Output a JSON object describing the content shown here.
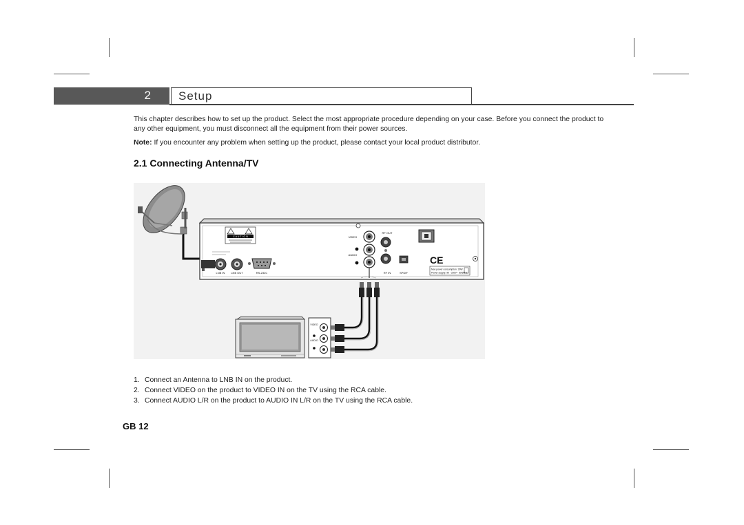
{
  "chapter": {
    "number": "2",
    "title": "Setup"
  },
  "intro": "This chapter describes how to set up the product. Select the most appropriate procedure depending on your case. Before you connect the product to any other equipment, you must disconnect all the equipment from their power sources.",
  "note": {
    "label": "Note:",
    "text": " If you encounter any problem when setting up the product, please contact your local product distributor."
  },
  "section": {
    "title": "2.1 Connecting Antenna/TV"
  },
  "figure": {
    "caution_label": "C A U T I O N",
    "video_label": "VIDEO",
    "audio_label": "AUDIO",
    "rf_out_label": "RF OUT",
    "rf_in_label": "RF IN",
    "spdif_label": "SPDIF",
    "lnb_in_label": "LNB IN",
    "lnb_out_label": "LNB OUT",
    "rs232_label": "RS-232C",
    "ce_mark": "CE",
    "power_line1": "Max power consumption: 30W",
    "power_line2": "Power supply: 90 - 250V~ 50/60Hz",
    "tv_video_label": "VIDEO",
    "tv_audio_label": "AUDIO"
  },
  "steps": [
    {
      "num": "1.",
      "text": "Connect an Antenna to LNB IN on the product."
    },
    {
      "num": "2.",
      "text": "Connect VIDEO on the product to VIDEO IN on the TV using the RCA cable."
    },
    {
      "num": "3.",
      "text": "Connect AUDIO L/R on the product to AUDIO IN L/R on the TV using the RCA cable."
    }
  ],
  "page_number": "GB 12"
}
